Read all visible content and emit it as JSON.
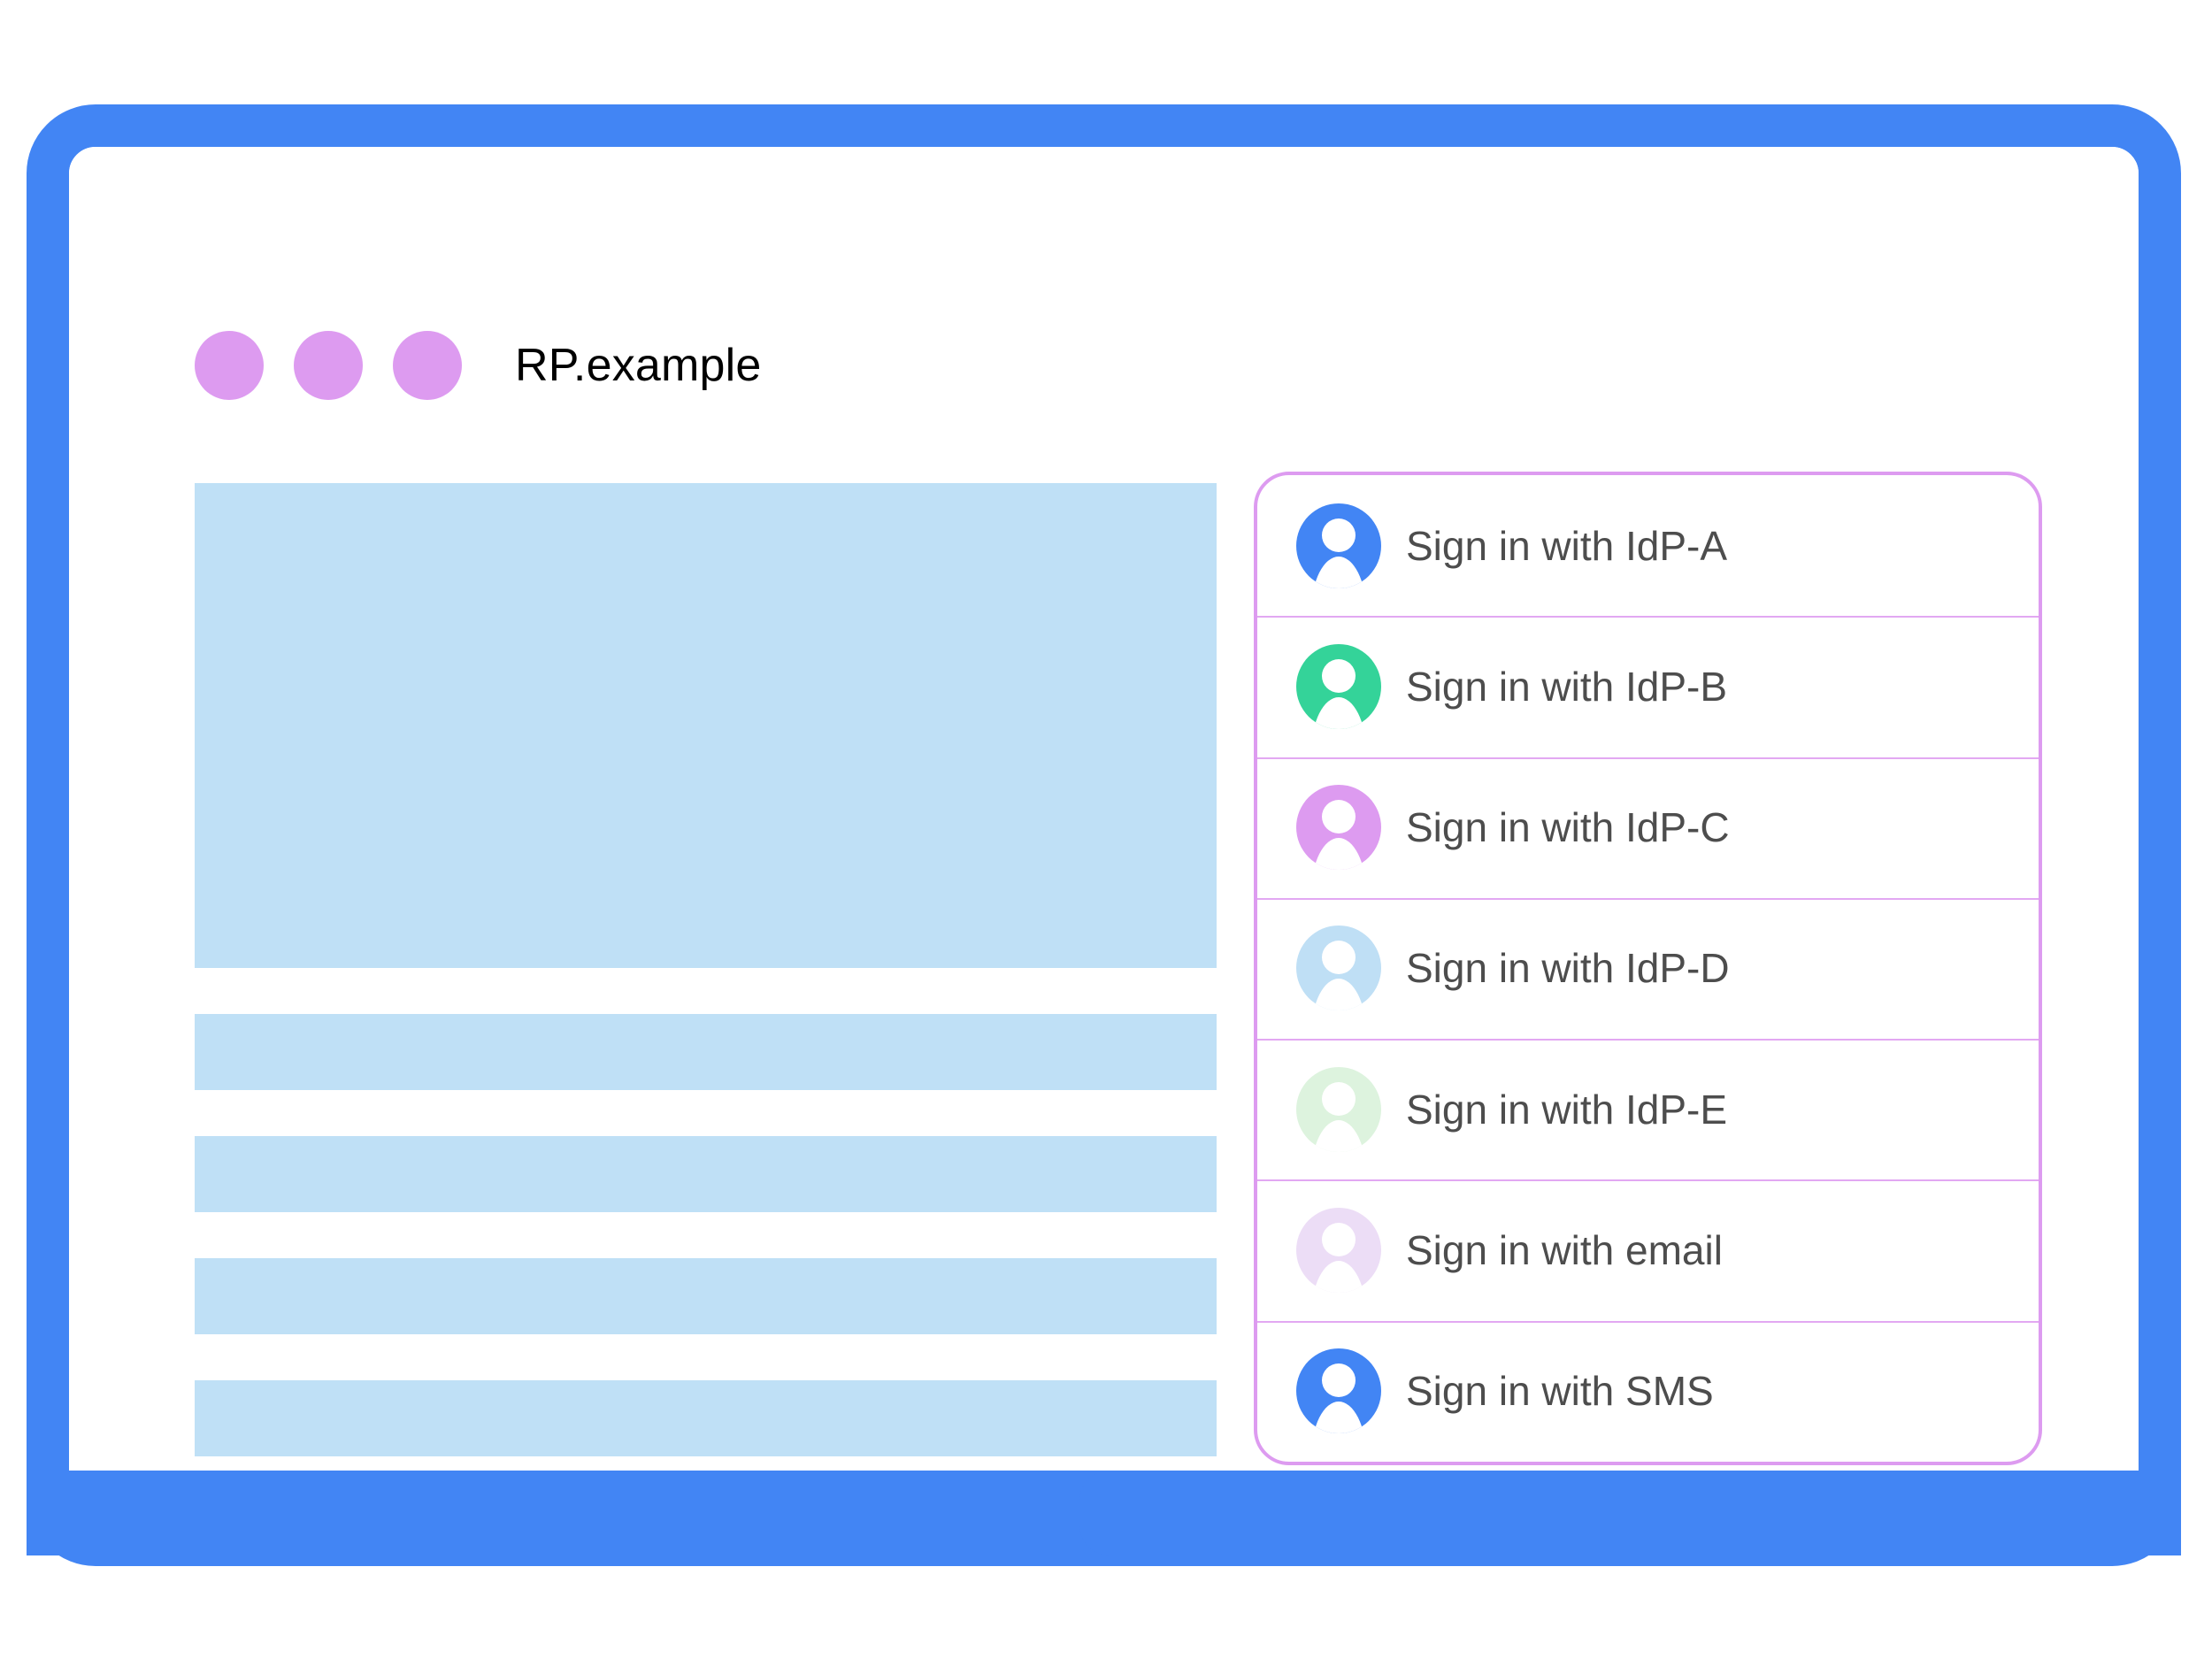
{
  "window": {
    "title": "RP.example",
    "traffic_dots": [
      "dot-1",
      "dot-2",
      "dot-3"
    ],
    "dot_color": "#dd9bf0",
    "frame_color": "#4285f4",
    "home_button": "home-button"
  },
  "content_placeholders": {
    "fill_color": "#bfe0f6",
    "blocks": [
      "hero-block",
      "text-bar-1",
      "text-bar-2",
      "text-bar-3",
      "text-bar-4"
    ]
  },
  "signin_panel": {
    "border_color": "#dd9bf0",
    "separator_color": "#e2a8f2",
    "label_color": "#4d4d4d",
    "options": [
      {
        "label": "Sign in with IdP-A",
        "avatar_color": "#4285f4",
        "avatar_name": "avatar-idp-a"
      },
      {
        "label": "Sign in with IdP-B",
        "avatar_color": "#34d399",
        "avatar_name": "avatar-idp-b"
      },
      {
        "label": "Sign in with IdP-C",
        "avatar_color": "#dd9bf0",
        "avatar_name": "avatar-idp-c"
      },
      {
        "label": "Sign in with IdP-D",
        "avatar_color": "#bfdff5",
        "avatar_name": "avatar-idp-d"
      },
      {
        "label": "Sign in with IdP-E",
        "avatar_color": "#ddf3de",
        "avatar_name": "avatar-idp-e"
      },
      {
        "label": "Sign in with email",
        "avatar_color": "#ecddf6",
        "avatar_name": "avatar-email"
      },
      {
        "label": "Sign in with SMS",
        "avatar_color": "#4285f4",
        "avatar_name": "avatar-sms"
      }
    ]
  }
}
